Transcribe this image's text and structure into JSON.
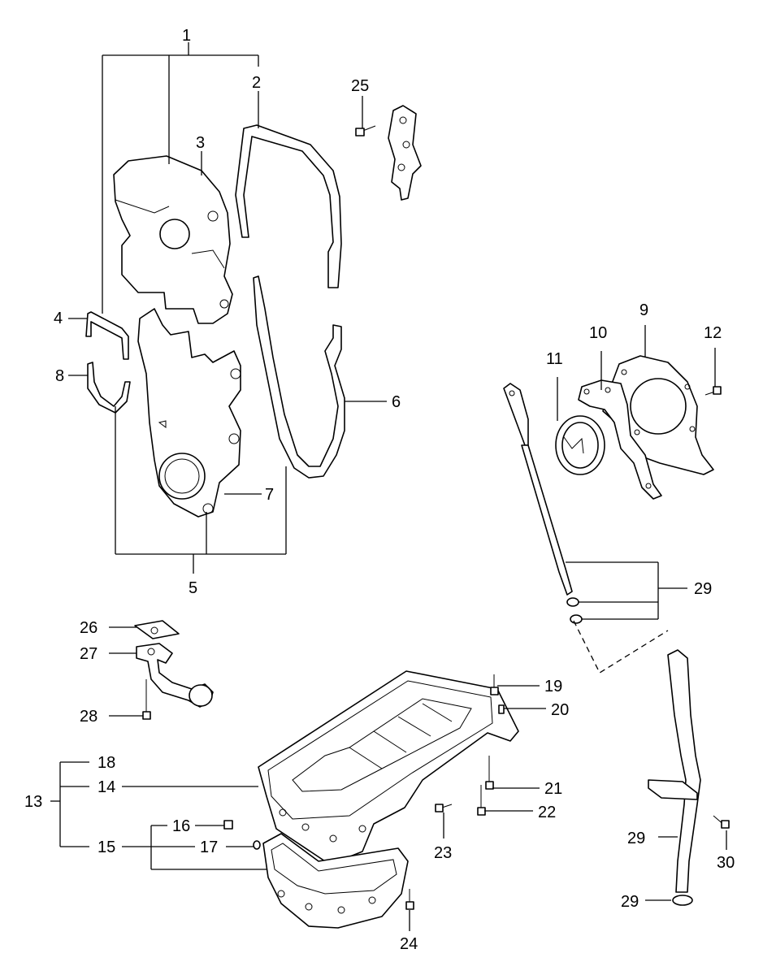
{
  "diagram": {
    "callouts": {
      "c1": "1",
      "c2": "2",
      "c3": "3",
      "c4": "4",
      "c5": "5",
      "c6": "6",
      "c7": "7",
      "c8": "8",
      "c9": "9",
      "c10": "10",
      "c11": "11",
      "c12": "12",
      "c13": "13",
      "c14": "14",
      "c15": "15",
      "c16": "16",
      "c17": "17",
      "c18": "18",
      "c19": "19",
      "c20": "20",
      "c21": "21",
      "c22": "22",
      "c23": "23",
      "c24": "24",
      "c25": "25",
      "c26": "26",
      "c27": "27",
      "c28": "28",
      "c29a": "29",
      "c29b": "29",
      "c29c": "29",
      "c30": "30"
    }
  }
}
